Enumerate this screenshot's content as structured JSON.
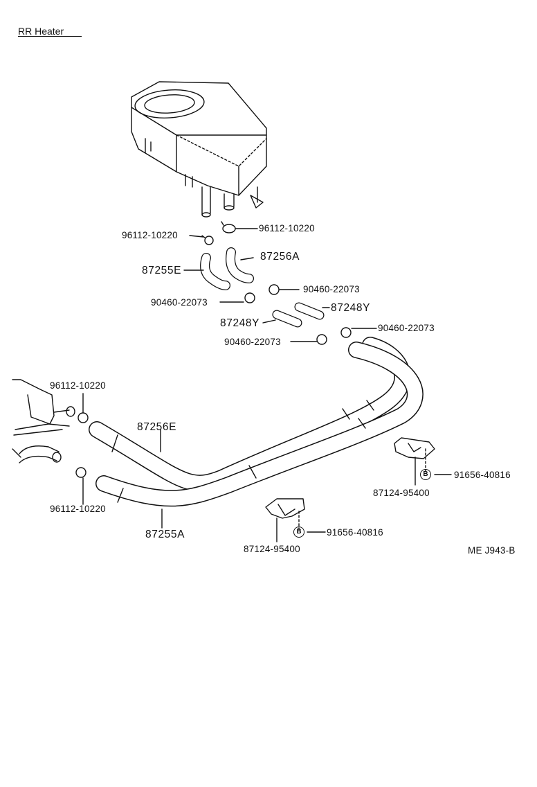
{
  "title": "RR Heater",
  "code": "ME J943-B",
  "labels": {
    "clamp_top_left": "96112-10220",
    "clamp_top_right": "96112-10220",
    "hose_87255e": "87255E",
    "hose_87256a": "87256A",
    "clamp_90460_a": "90460-22073",
    "clamp_90460_b": "90460-22073",
    "pipe_87248y_right": "87248Y",
    "pipe_87248y_left": "87248Y",
    "clamp_90460_c": "90460-22073",
    "clamp_90460_d": "90460-22073",
    "clamp_96112_mid_upper": "96112-10220",
    "hose_87256e": "87256E",
    "clamp_96112_mid_lower": "96112-10220",
    "hose_87255a": "87255A",
    "bracket_right": "87124-95400",
    "bolt_right": "91656-40816",
    "bracket_center": "87124-95400",
    "bolt_center": "91656-40816",
    "b_marker": "B"
  }
}
